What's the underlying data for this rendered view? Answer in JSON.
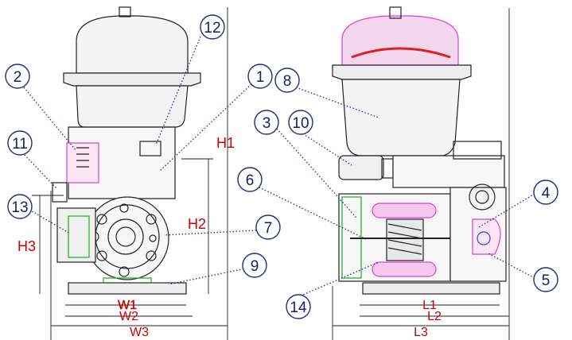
{
  "colors": {
    "line": "#222222",
    "callout_ring": "#2a2a7a",
    "callout_text": "#1a1a66",
    "dim_red": "#cc0000",
    "section_pink": "#e040c8",
    "section_red": "#e02020",
    "green": "#22aa22",
    "body_fill": "#f4f4f4"
  },
  "callouts": {
    "c1": "1",
    "c2": "2",
    "c3": "3",
    "c4": "4",
    "c5": "5",
    "c6": "6",
    "c7": "7",
    "c8": "8",
    "c9": "9",
    "c10": "10",
    "c11": "11",
    "c12": "12",
    "c13": "13",
    "c14": "14"
  },
  "dimensions": {
    "h1": "H1",
    "h2": "H2",
    "h3": "H3",
    "w1": "W1",
    "w2": "W2",
    "w3": "W3",
    "l1": "L1",
    "l2": "L2",
    "l3": "L3"
  }
}
